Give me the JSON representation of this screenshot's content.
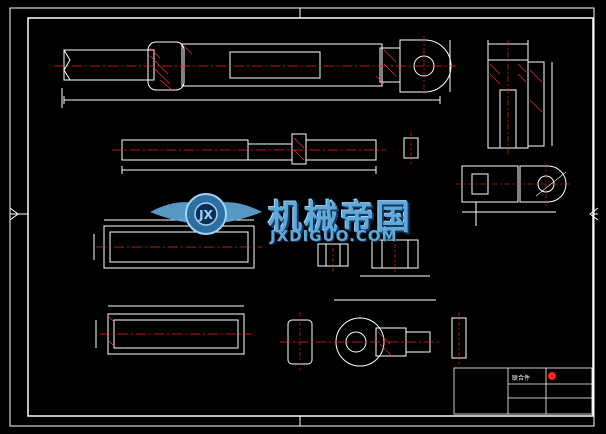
{
  "watermark": {
    "brand": "机械帝国",
    "url": "JXDIGUO.COM"
  },
  "title_block": {
    "label": "联合件",
    "company": "",
    "drawing_no": ""
  },
  "colors": {
    "background": "#000000",
    "outline": "#ffffff",
    "centerline": "#ff2020",
    "hatch": "#ff3030",
    "dimension": "#ffffff",
    "watermark": "#5fa8d8"
  }
}
